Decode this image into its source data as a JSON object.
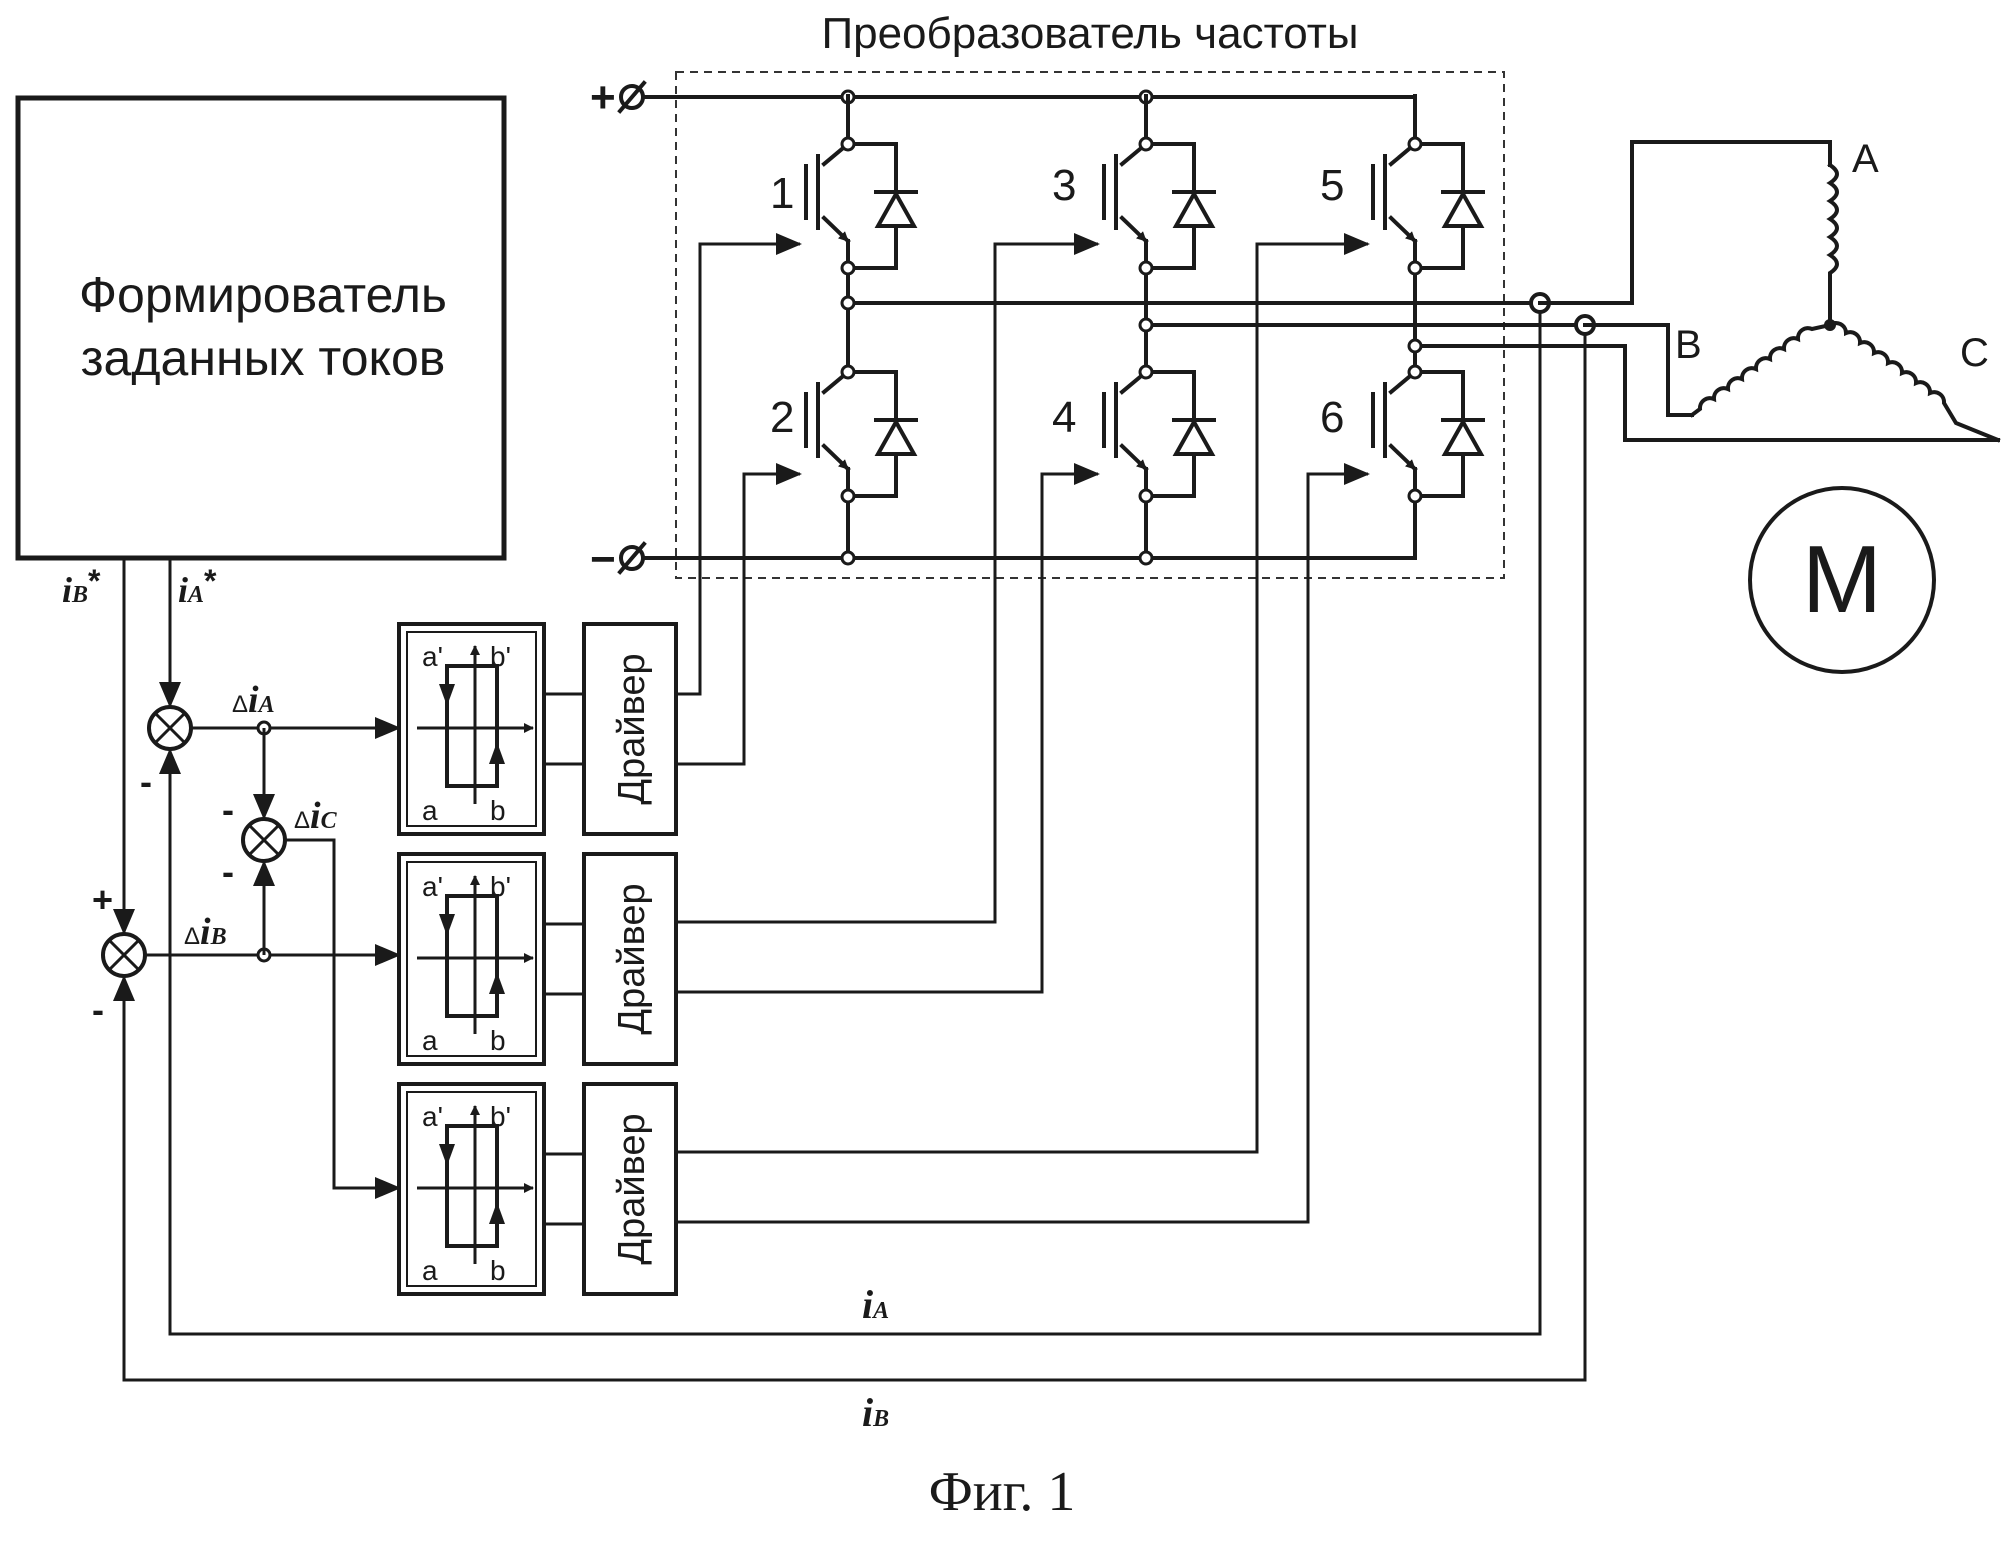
{
  "title": "Преобразователь частоты",
  "caption": "Фиг. 1",
  "generator": {
    "line1": "Формирователь",
    "line2": "заданных токов"
  },
  "supply": {
    "plus": "+",
    "minus": "−"
  },
  "transistors": [
    "1",
    "2",
    "3",
    "4",
    "5",
    "6"
  ],
  "driver_label": "Драйвер",
  "hysteresis_labels": {
    "a_prime": "a'",
    "b_prime": "b'",
    "a": "a",
    "b": "b"
  },
  "motor": {
    "label": "M",
    "phase_a": "A",
    "phase_b": "B",
    "phase_c": "C"
  },
  "signals": {
    "ia_ref_main": "i",
    "ia_ref_sub": "A",
    "ia_ref_star": "*",
    "ib_ref_main": "i",
    "ib_ref_sub": "B",
    "ib_ref_star": "*",
    "delta": "Δ",
    "dia_main": "i",
    "dia_sub": "A",
    "dib_main": "i",
    "dib_sub": "B",
    "dic_main": "i",
    "dic_sub": "C",
    "ia_fb_main": "i",
    "ia_fb_sub": "A",
    "ib_fb_main": "i",
    "ib_fb_sub": "B"
  },
  "sign_labels": {
    "plus": "+",
    "minus": "-"
  }
}
